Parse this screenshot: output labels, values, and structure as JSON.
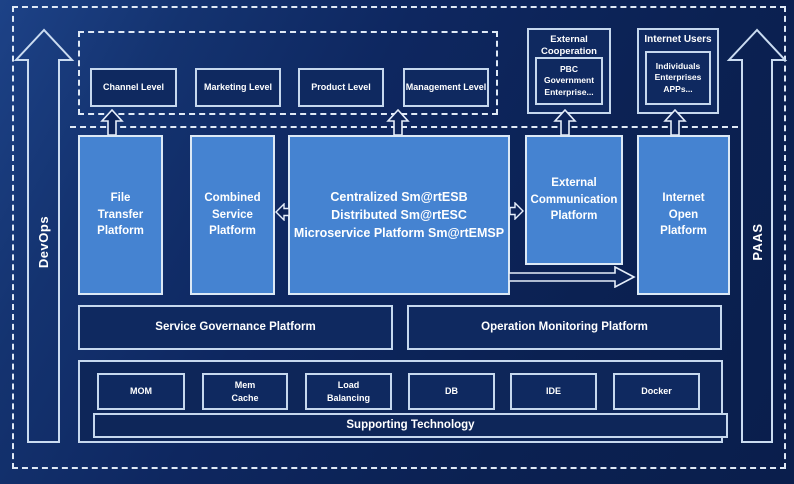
{
  "side_arrows": {
    "left_label": "DevOps",
    "right_label": "PAAS"
  },
  "levels": [
    "Channel Level",
    "Marketing Level",
    "Product Level",
    "Management Level"
  ],
  "external_cooperation": {
    "title": "External\nCooperation",
    "members": "PBC Government\nEnterprise..."
  },
  "internet_users": {
    "title": "Internet Users",
    "members": "Individuals\nEnterprises\nAPPs..."
  },
  "platforms": {
    "file_transfer": "File\nTransfer\nPlatform",
    "combined_service": "Combined\nService\nPlatform",
    "central": "Centralized Sm@rtESB\nDistributed Sm@rtESC\nMicroservice Platform Sm@rtEMSP",
    "external_communication": "External\nCommunication\nPlatform",
    "internet_open": "Internet\nOpen\nPlatform",
    "service_governance": "Service Governance Platform",
    "operation_monitoring": "Operation Monitoring Platform"
  },
  "supporting_technology": {
    "label": "Supporting Technology",
    "items": [
      "MOM",
      "Mem\nCache",
      "Load\nBalancing",
      "DB",
      "IDE",
      "Docker"
    ]
  },
  "colors": {
    "background": "#0d2459",
    "panel_dark": "#0f2960",
    "panel_light": "#4583d1",
    "border_light": "#dfe9f6",
    "text": "#ffffff"
  }
}
